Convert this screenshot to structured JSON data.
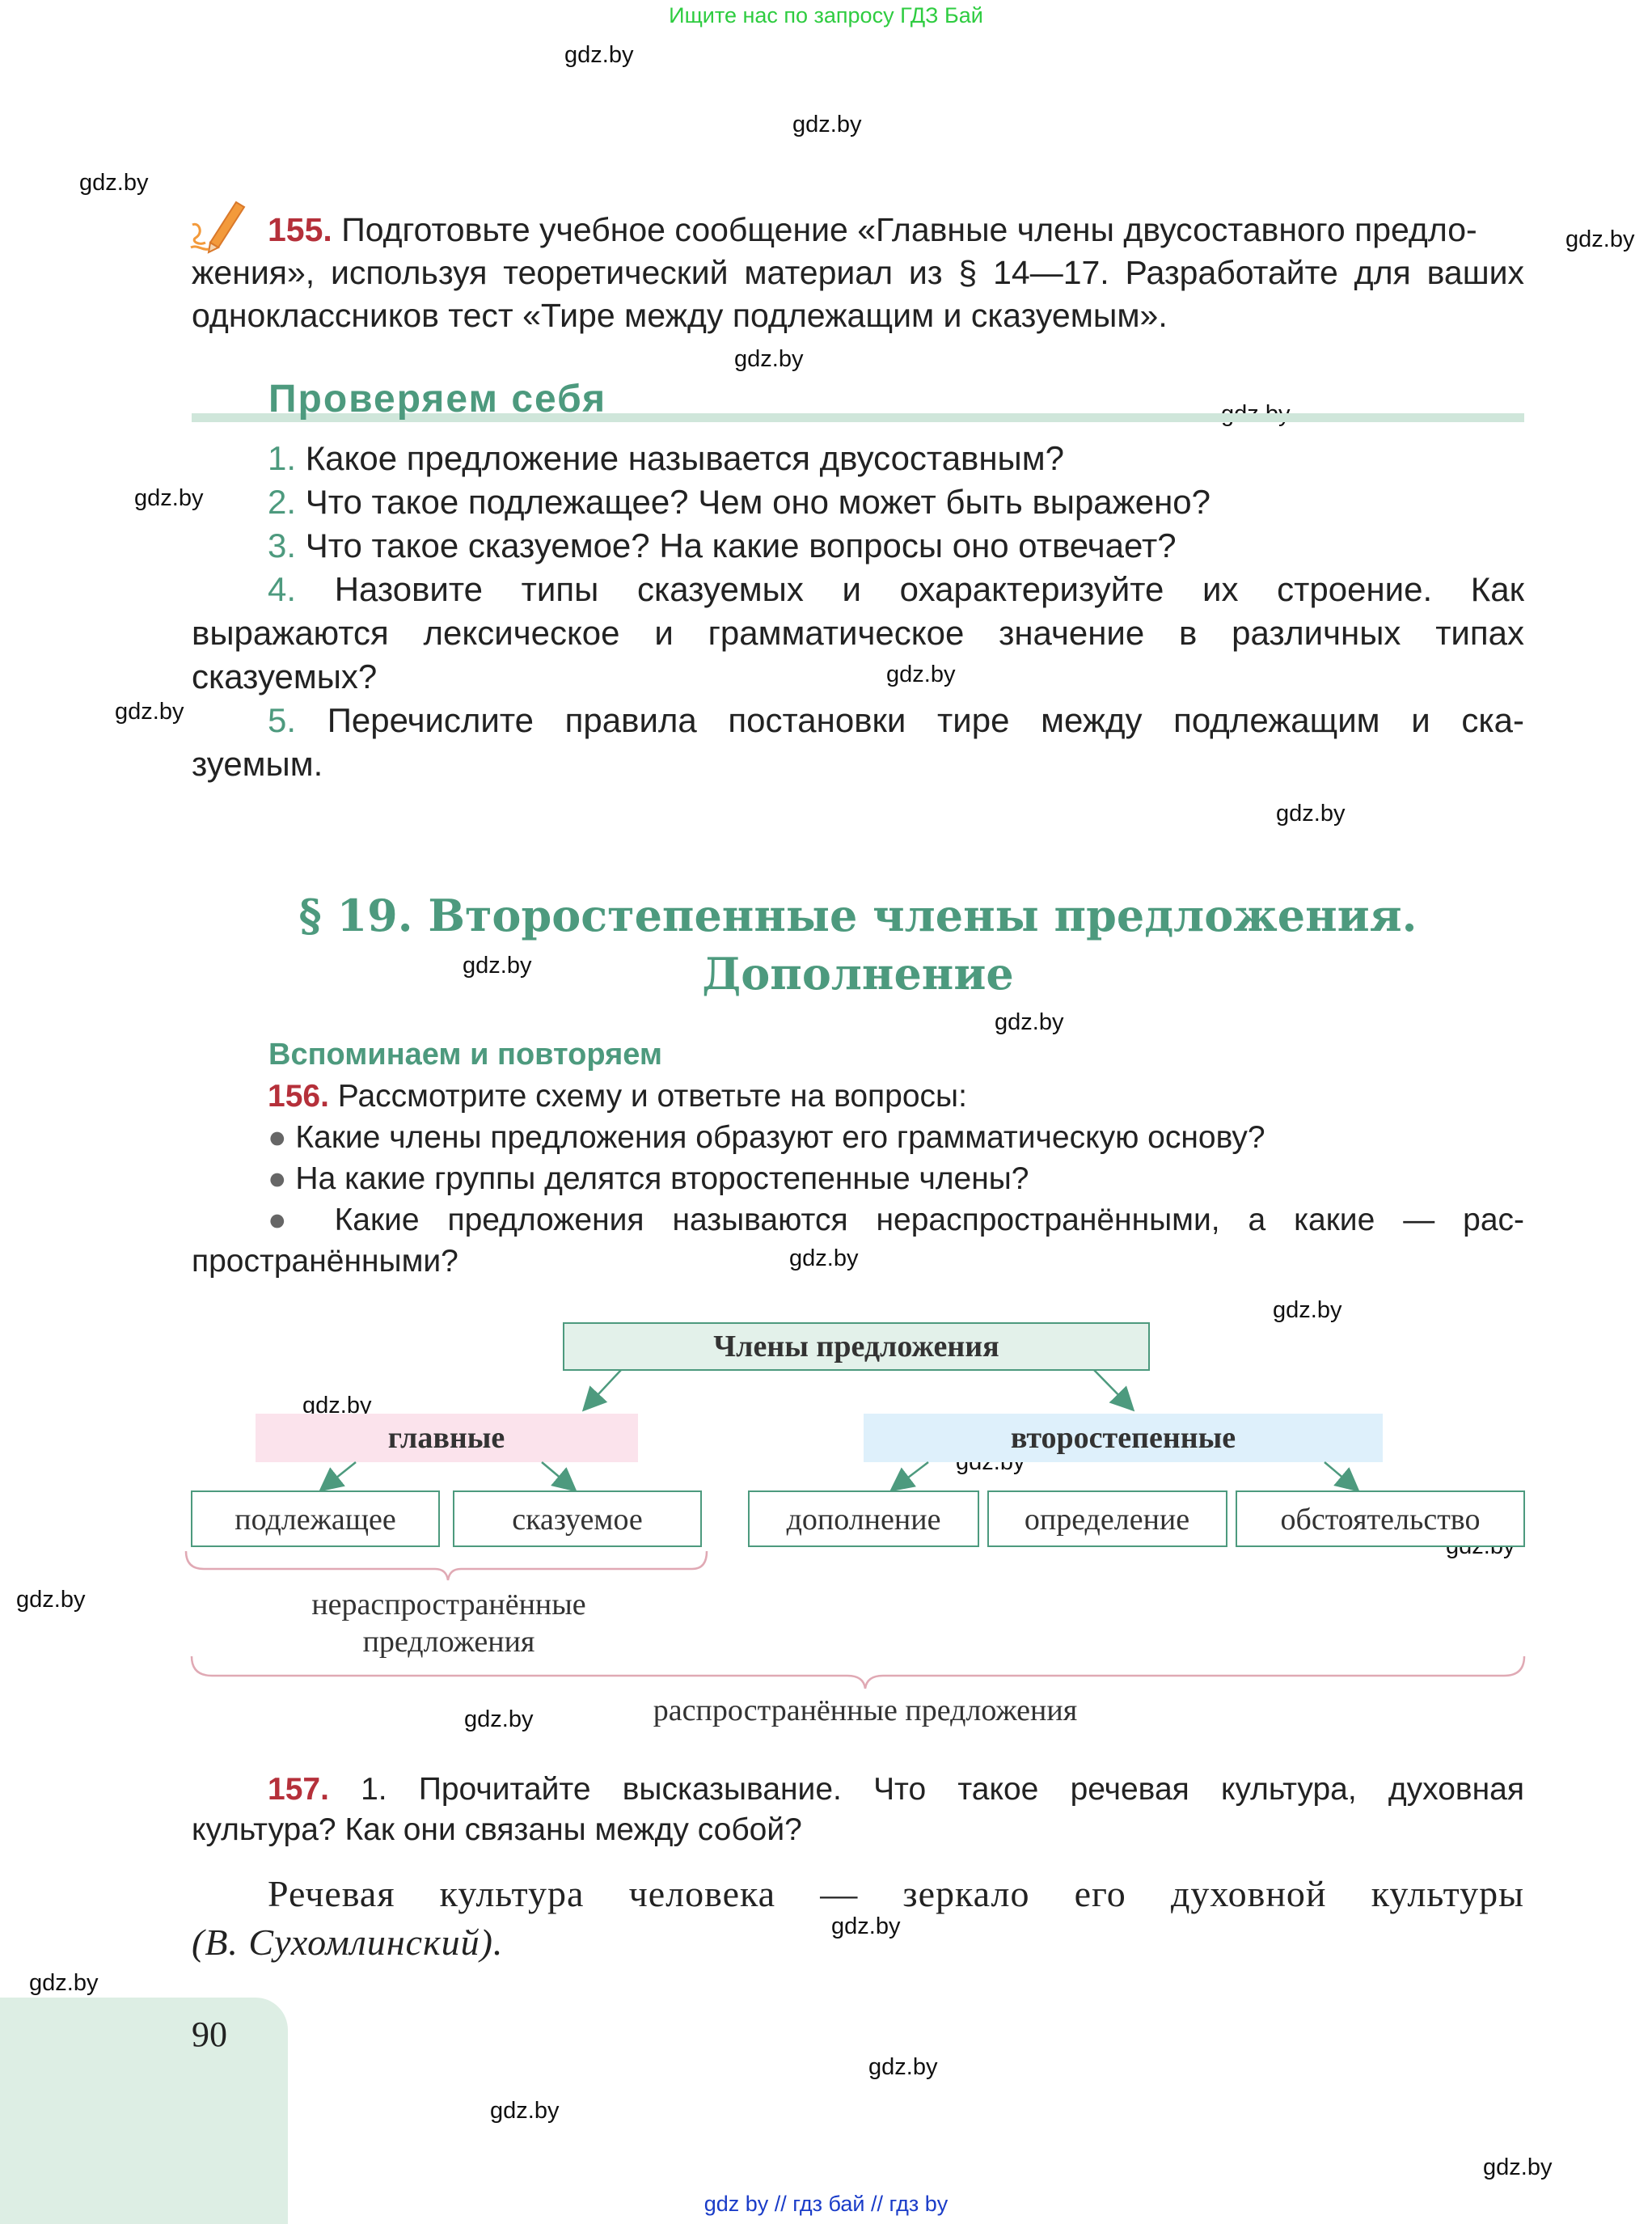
{
  "banner": "Ищите нас по запросу ГДЗ Бай",
  "watermark": "gdz.by",
  "ex155": {
    "num": "155.",
    "line1": "Подготовьте учебное сообщение «Главные члены двусоставного предло-",
    "line2": "жения», используя теоретический материал из § 14—17. Разработайте для ваших",
    "line3": "одноклассников тест «Тире между подлежащим и сказуемым»."
  },
  "check": {
    "title": "Проверяем себя",
    "q1_num": "1.",
    "q1": "Какое предложение называется двусоставным?",
    "q2_num": "2.",
    "q2": "Что такое подлежащее? Чем оно может быть выражено?",
    "q3_num": "3.",
    "q3": "Что такое сказуемое? На какие вопросы оно отвечает?",
    "q4_num": "4.",
    "q4_line1": "Назовите типы сказуемых и охарактеризуйте их строение. Как",
    "q4_line2": "выражаются лексическое и грамматическое значение в различных типах",
    "q4_line3": "сказуемых?",
    "q5_num": "5.",
    "q5_line1": "Перечислите правила постановки тире между подлежащим и ска-",
    "q5_line2": "зуемым."
  },
  "section": {
    "title_line1": "§ 19. Второстепенные члены предложения.",
    "title_line2": "Дополнение"
  },
  "recall": {
    "title": "Вспоминаем и повторяем",
    "num": "156.",
    "intro": "Рассмотрите схему и ответьте на вопросы:",
    "b1": "Какие члены предложения образуют его грамматическую основу?",
    "b2": "На какие группы делятся второстепенные члены?",
    "b3_line1": "Какие предложения называются нераспространёнными, а какие — рас-",
    "b3_line2": "пространёнными?",
    "bullet": "●"
  },
  "diagram": {
    "root": "Члены предложения",
    "main": "главные",
    "secondary": "второстепенные",
    "subject": "подлежащее",
    "predicate": "сказуемое",
    "object": "дополнение",
    "attribute": "определение",
    "adverbial": "обстоятельство",
    "unextended_line1": "нераспространённые",
    "unextended_line2": "предложения",
    "extended": "распространённые предложения",
    "colors": {
      "root_fill": "#e3f1ea",
      "root_border": "#4d9a7e",
      "main_fill": "#fbe3ec",
      "secondary_fill": "#def0fb",
      "box_border": "#4d9a7e",
      "arrow": "#4d9a7e",
      "brace": "#e0a9b4"
    }
  },
  "ex157": {
    "num": "157.",
    "line1": "1. Прочитайте высказывание. Что такое речевая культура, духовная",
    "line2": "культура? Как они связаны между собой?"
  },
  "quote": {
    "line1": "Речевая культура человека — зеркало его духовной культуры",
    "author": "(В. Сухомлинский).",
    "end": ""
  },
  "page_number": "90",
  "footer": "gdz by  //  гдз бай  //  гдз by"
}
